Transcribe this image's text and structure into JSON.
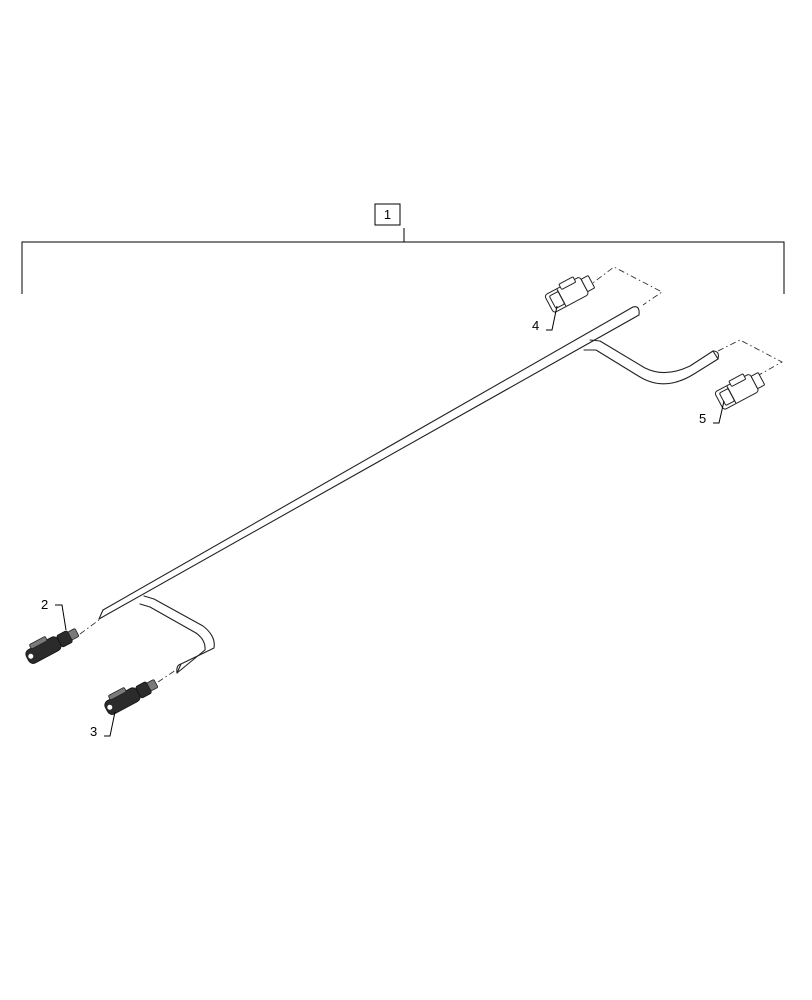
{
  "assembly": {
    "label": "1"
  },
  "callouts": [
    {
      "id": "2",
      "label": "2"
    },
    {
      "id": "3",
      "label": "3"
    },
    {
      "id": "4",
      "label": "4"
    },
    {
      "id": "5",
      "label": "5"
    }
  ],
  "colors": {
    "line": "#222222",
    "background": "#ffffff"
  }
}
